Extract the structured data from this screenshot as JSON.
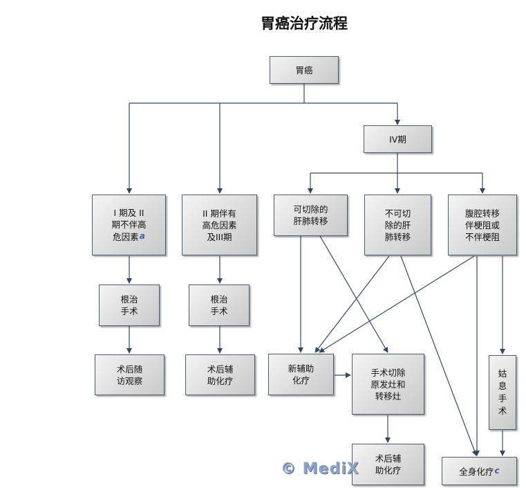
{
  "title": "胃癌治疗流程",
  "nodes": {
    "root": {
      "text": "胃癌"
    },
    "stage4": {
      "text": "IV期"
    },
    "stage1": {
      "text": "I 期及 II\n期不伴高\n危因素",
      "note": "a"
    },
    "stage2": {
      "text": "II 期伴有\n高危因素\n及III期"
    },
    "resectable_mets": {
      "text": "可切除的\n肝肺转移"
    },
    "unresectable_mets": {
      "text": "不可切\n除的肝\n肺转移"
    },
    "peritoneal": {
      "text": "腹腔转移\n伴梗阻或\n不伴梗阻"
    },
    "radical_surgery_1": {
      "text": "根治\n手术"
    },
    "radical_surgery_2": {
      "text": "根治\n手术"
    },
    "followup": {
      "text": "术后随\n访观察"
    },
    "adjuvant_chemo_1": {
      "text": "术后辅\n助化疗"
    },
    "neoadjuvant": {
      "text": "新辅助\n化疗"
    },
    "resection_primary": {
      "text": "手术切除\n原发灶和\n转移灶"
    },
    "palliative": {
      "text": "姑\n息\n手\n术"
    },
    "adjuvant_chemo_2": {
      "text": "术后辅\n助化疗"
    },
    "systemic_chemo": {
      "text": "全身化疗",
      "note": "c"
    }
  },
  "watermark": "© MediX",
  "colors": {
    "line": "#34475f",
    "node_border": "#4b5d73",
    "node_fill_light": "#f4f4f4",
    "node_fill_dark": "#c9c9c9"
  }
}
